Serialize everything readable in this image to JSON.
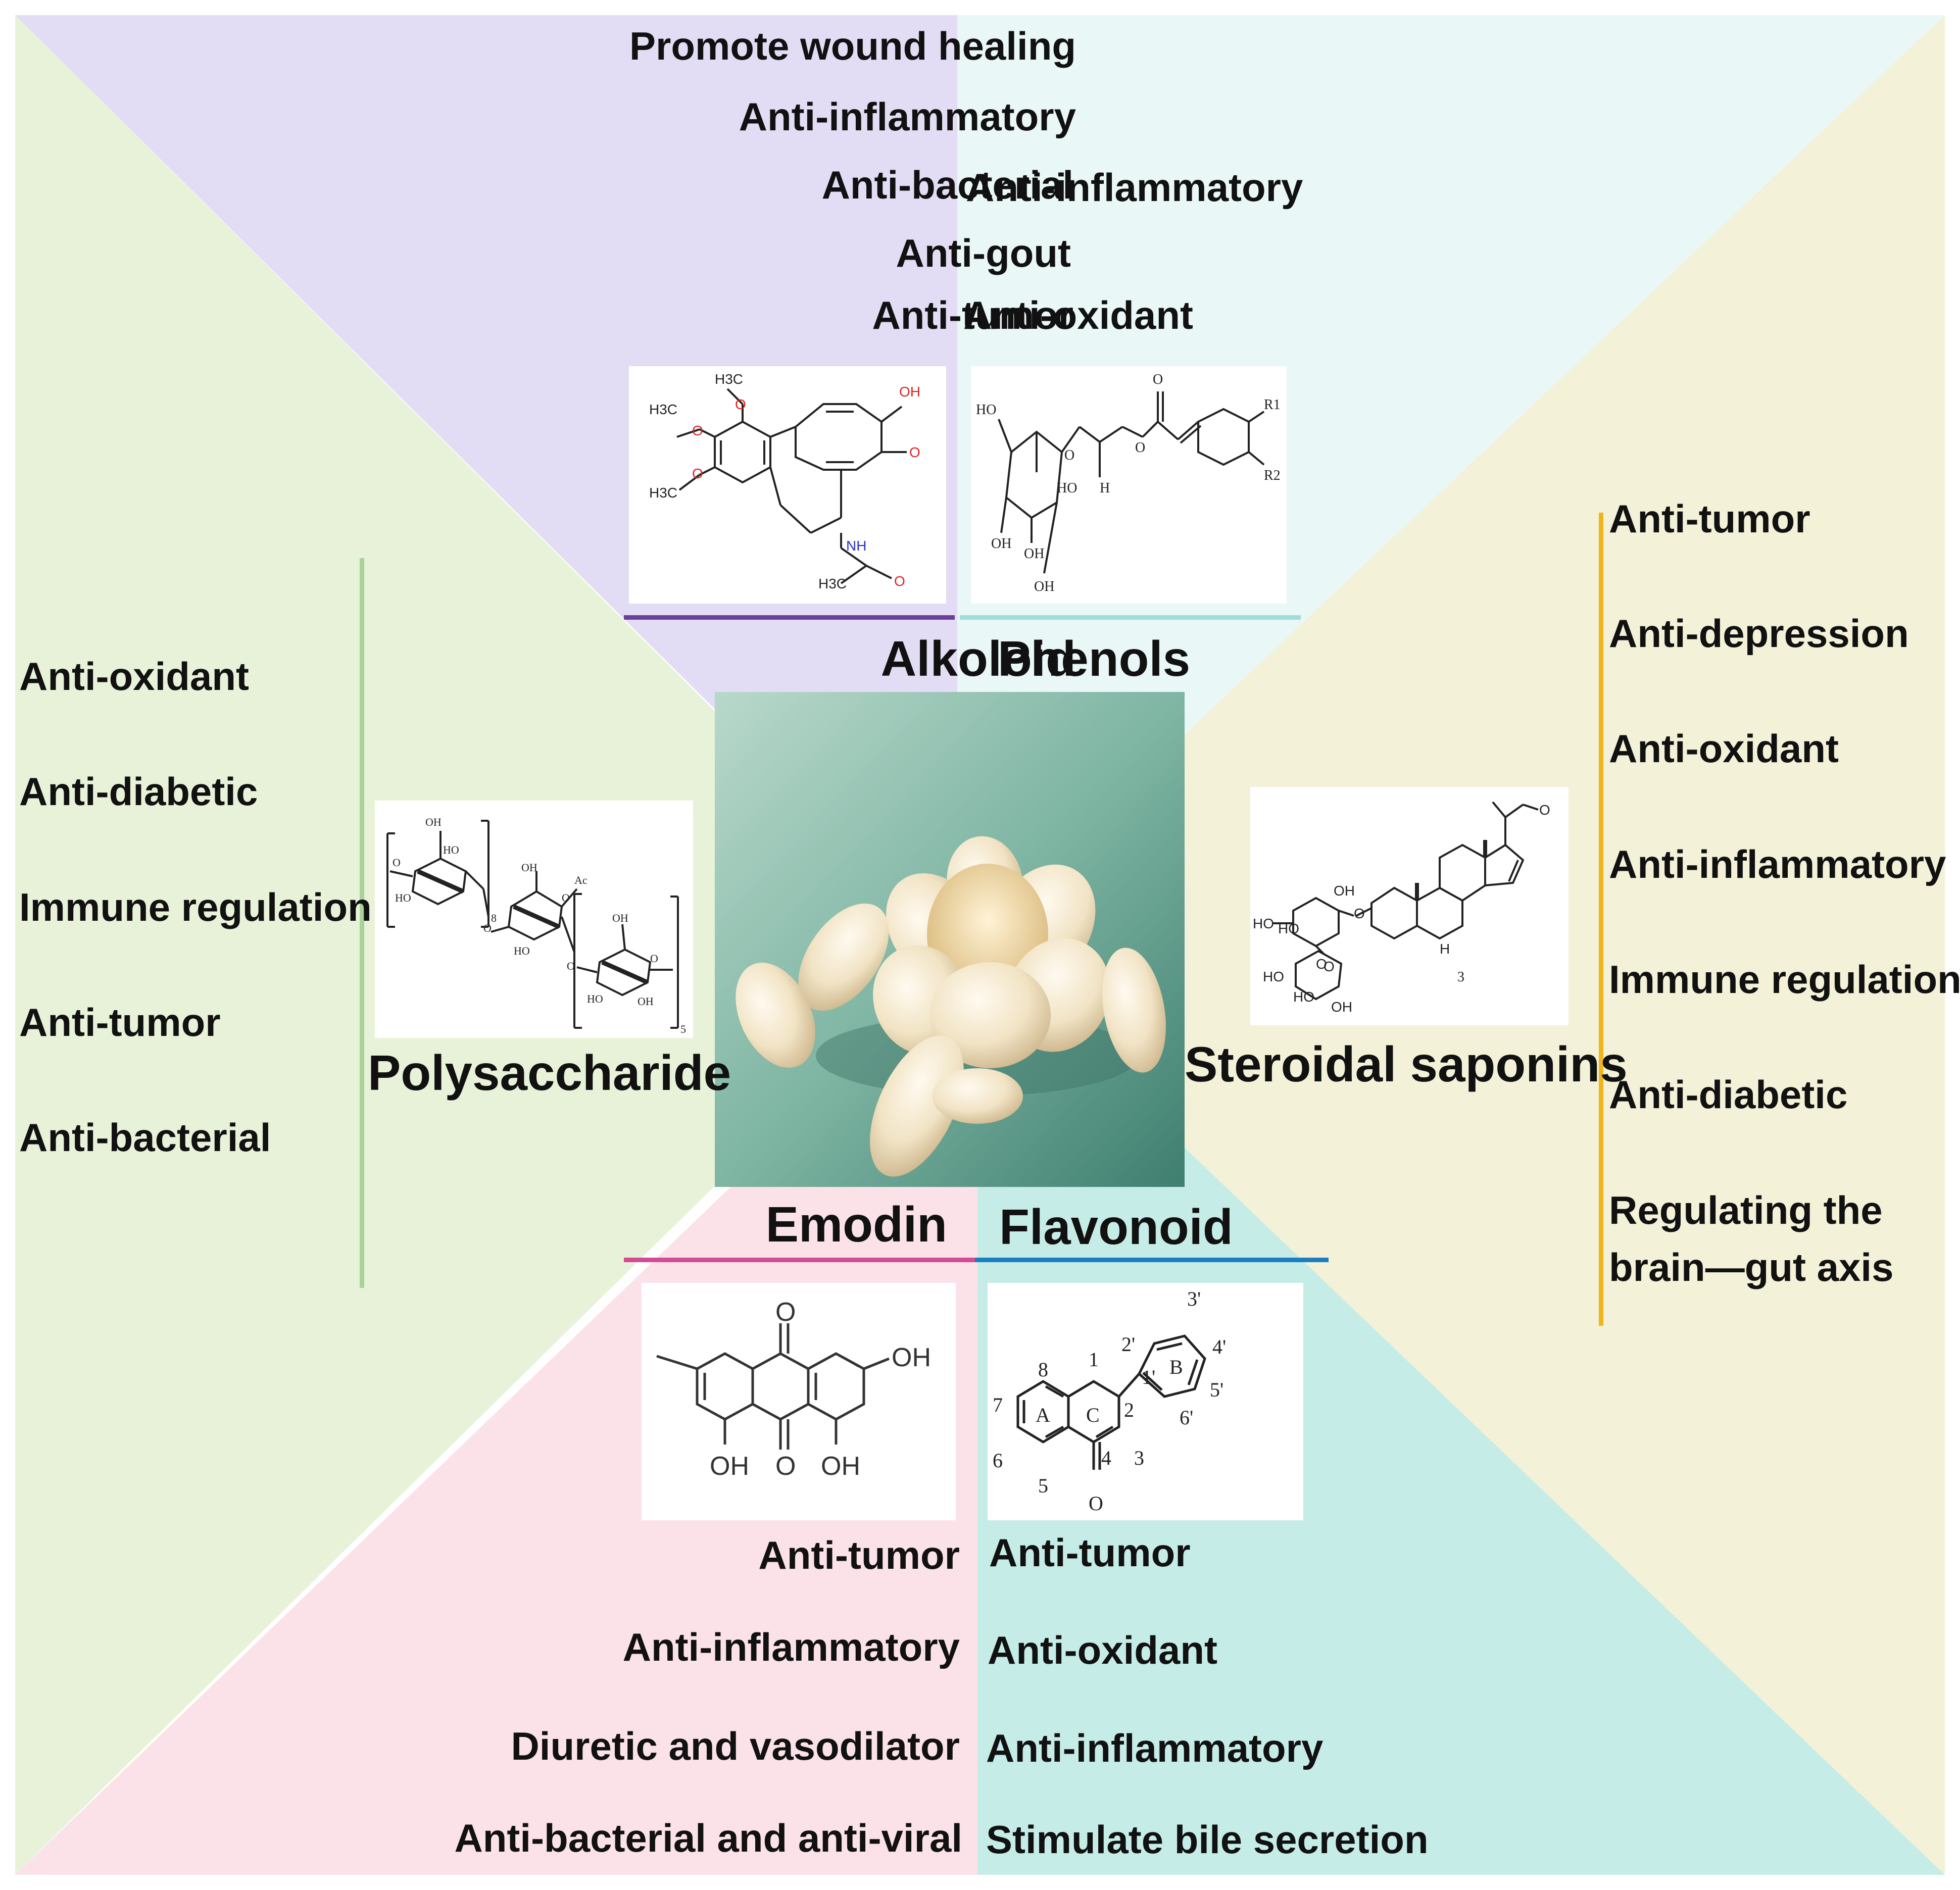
{
  "colors": {
    "alkaloid_bg": "#e2ddf4",
    "phenols_bg": "#eaf7f7",
    "steroidal_bg": "#f3f1d8",
    "flavonoid_bg": "#c6ece7",
    "emodin_bg": "#fbe2e8",
    "polysaccharide_bg": "#e8f2d9",
    "alkaloid_line": "#6b3f97",
    "phenols_line": "#9fdcdc",
    "steroidal_line": "#f0b51c",
    "flavonoid_line": "#1a7fc1",
    "emodin_line": "#d44a94",
    "polysaccharide_line": "#a9d39a"
  },
  "center_image": {
    "icon": "garlic-lily-bulb-photo"
  },
  "alkaloid": {
    "title": "Alkoloid",
    "effects": [
      "Promote wound healing",
      "Anti-inflammatory",
      "Anti-bacterial",
      "Anti-gout",
      "Anti-tumor"
    ],
    "structure": {
      "icon": "colchicine-structure",
      "labels": [
        "H3C",
        "O",
        "H3C",
        "O",
        "H3C",
        "O",
        "OH",
        "O",
        "NH",
        "H3C",
        "O"
      ]
    }
  },
  "phenols": {
    "title": "Phenols",
    "effects": [
      "Anti-inflammatory",
      "Anti-oxidant"
    ],
    "structure": {
      "icon": "phenylpropanoid-glycerol-structure",
      "labels": [
        "HO",
        "O",
        "O",
        "O",
        "HO",
        "H",
        "OH",
        "OH",
        "OH",
        "R1",
        "R2"
      ]
    }
  },
  "steroidal": {
    "title": "Steroidal saponins",
    "effects": [
      "Anti-tumor",
      "Anti-depression",
      "Anti-oxidant",
      "Anti-inflammatory",
      "Immune regulation",
      "Anti-diabetic",
      "Regulating the",
      "brain—gut axis"
    ],
    "structure": {
      "icon": "pregnane-glycoside-structure",
      "labels": [
        "OH",
        "HO",
        "HO",
        "O",
        "O",
        "H",
        "HO",
        "HO",
        "O",
        "OH",
        "3",
        "O"
      ]
    }
  },
  "polysaccharide": {
    "title": "Polysaccharide",
    "effects": [
      "Anti-oxidant",
      "Anti-diabetic",
      "Immune regulation",
      "Anti-tumor",
      "Anti-bacterial"
    ],
    "structure": {
      "icon": "polysaccharide-repeat-structure",
      "labels": [
        "OH",
        "HO",
        "O",
        "HO",
        "O",
        "8",
        "OH",
        "Ac",
        "O",
        "O",
        "HO",
        "OH",
        "O",
        "HO",
        "OH",
        "5"
      ]
    }
  },
  "emodin": {
    "title": "Emodin",
    "effects": [
      "Anti-tumor",
      "Anti-inflammatory",
      "Diuretic and vasodilator",
      "Anti-bacterial and anti-viral"
    ],
    "structure": {
      "icon": "emodin-structure",
      "labels": [
        "O",
        "OH",
        "OH",
        "O",
        "OH"
      ]
    }
  },
  "flavonoid": {
    "title": "Flavonoid",
    "effects": [
      "Anti-tumor",
      "Anti-oxidant",
      "Anti-inflammatory",
      "Stimulate bile secretion"
    ],
    "structure": {
      "icon": "flavone-skeleton-structure",
      "labels": [
        "8",
        "1",
        "2'",
        "1'",
        "B",
        "3'",
        "4'",
        "5'",
        "6'",
        "7",
        "A",
        "C",
        "2",
        "6",
        "5",
        "4",
        "3",
        "O"
      ]
    }
  }
}
